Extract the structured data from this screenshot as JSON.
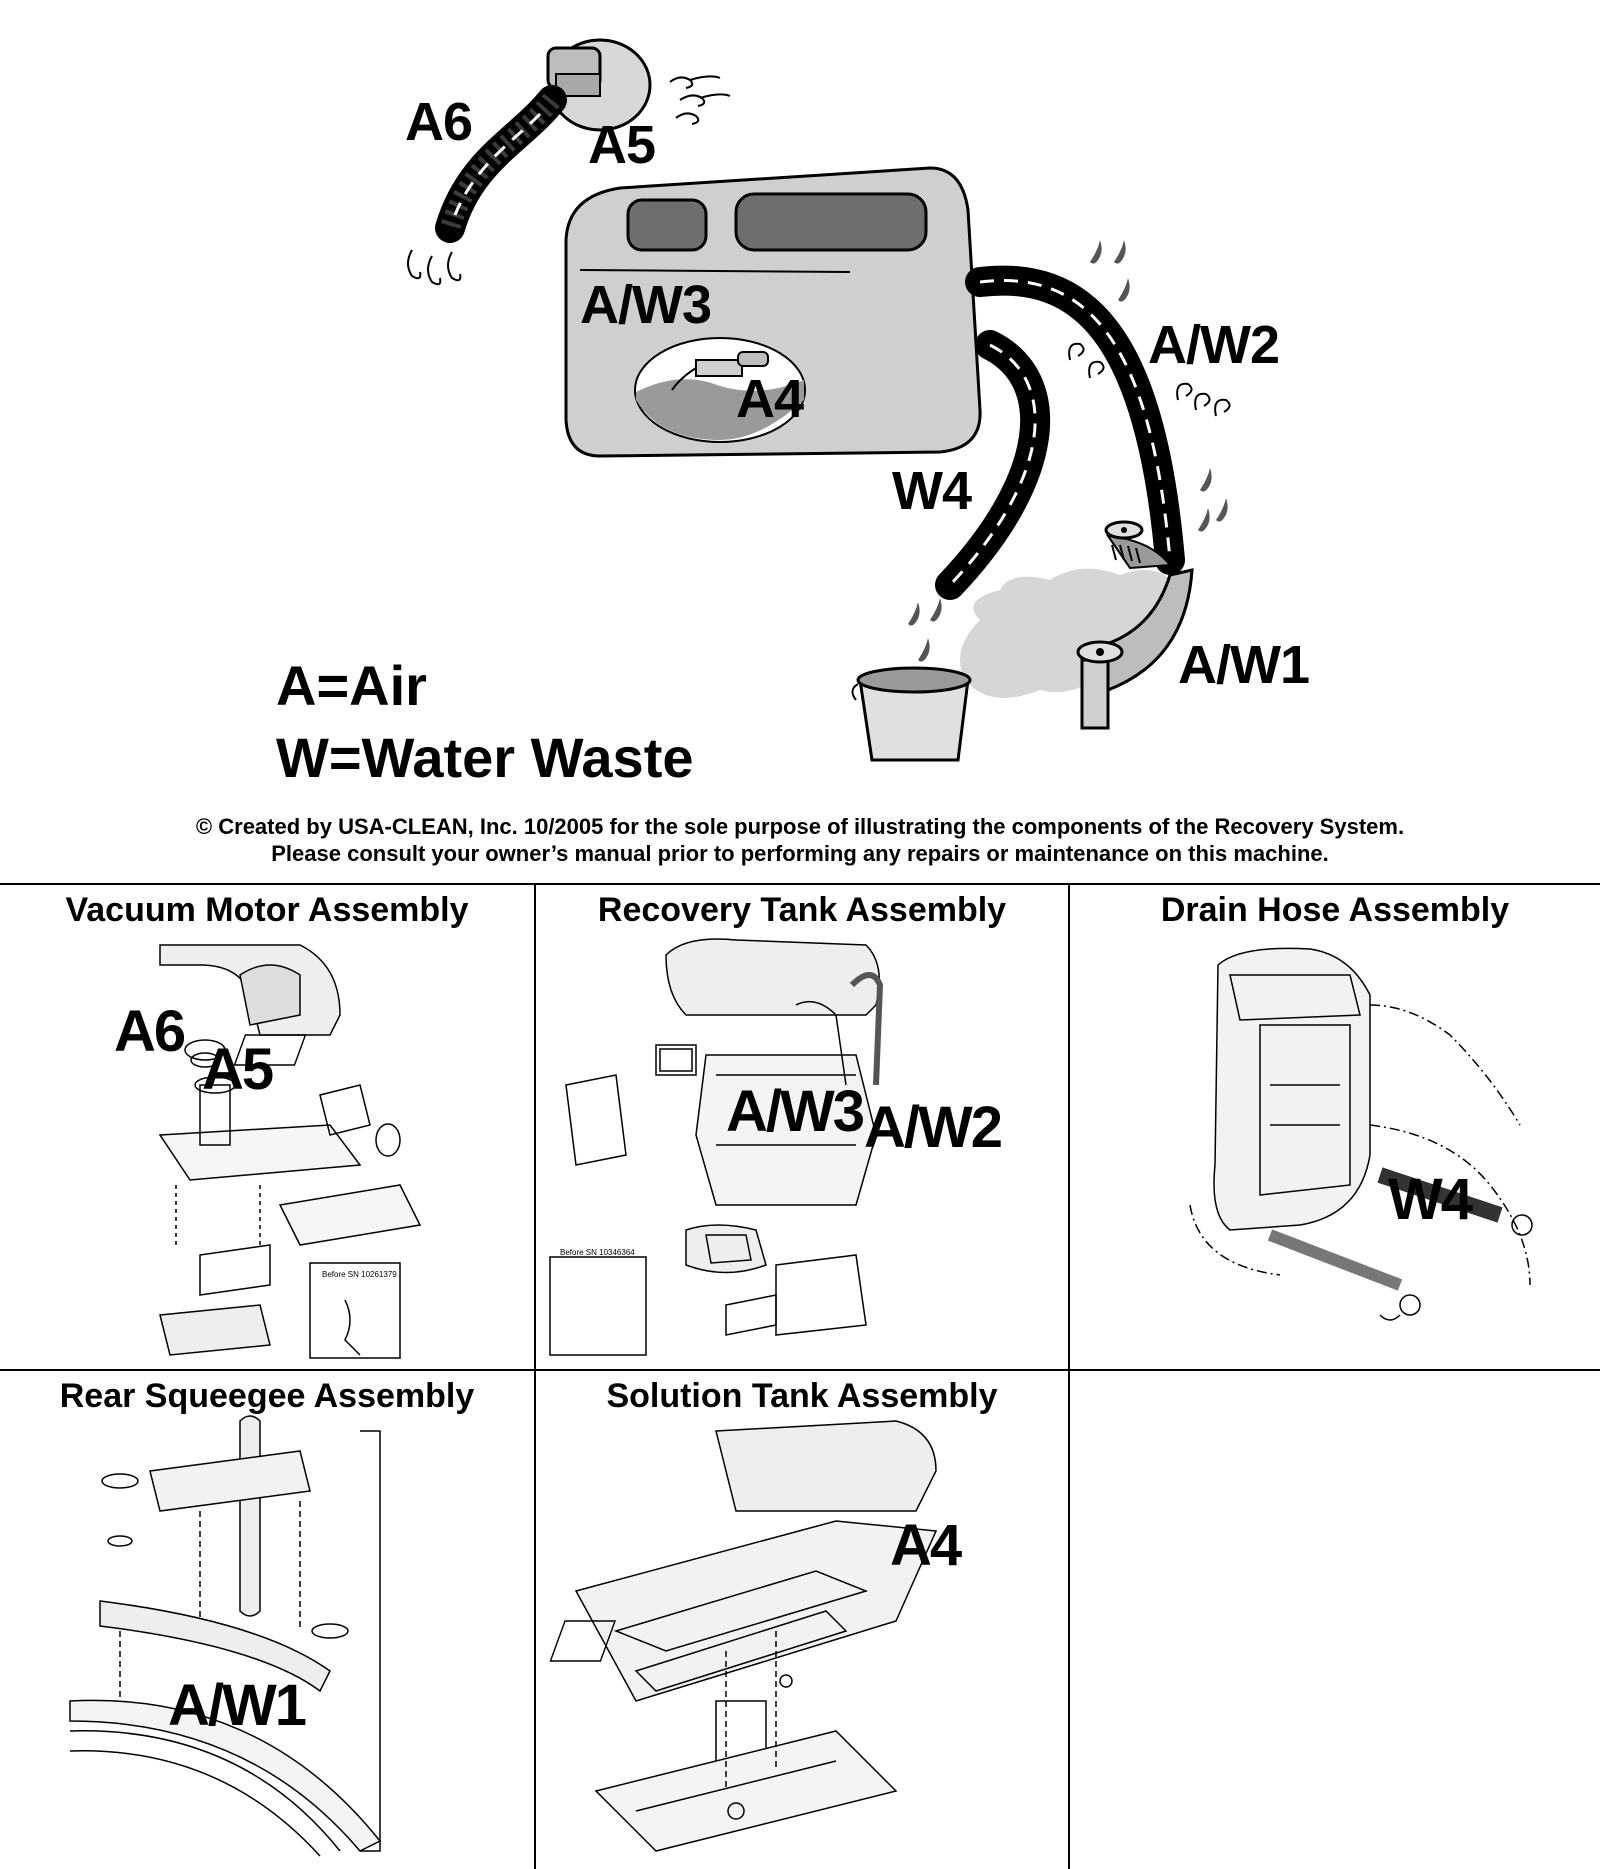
{
  "callouts": {
    "a6": "A6",
    "a5": "A5",
    "aw3": "A/W3",
    "a4": "A4",
    "aw2": "A/W2",
    "w4": "W4",
    "aw1": "A/W1"
  },
  "legend": {
    "air": "A=Air",
    "water": "W=Water Waste"
  },
  "notice": {
    "line1": "© Created by USA-CLEAN, Inc. 10/2005 for the sole purpose of illustrating the components of the Recovery System.",
    "line2": "Please consult your owner’s manual prior to performing any repairs or maintenance on this machine."
  },
  "panels": {
    "vacuum": {
      "title": "Vacuum Motor Assembly",
      "labels": [
        "A6",
        "A5"
      ],
      "inset": "Before SN 10261379"
    },
    "recovery": {
      "title": "Recovery Tank Assembly",
      "labels": [
        "A/W3",
        "A/W2"
      ],
      "inset": "Before SN 10346364"
    },
    "drain": {
      "title": "Drain Hose Assembly",
      "labels": [
        "W4"
      ]
    },
    "squeegee": {
      "title": "Rear Squeegee Assembly",
      "labels": [
        "A/W1"
      ]
    },
    "solution": {
      "title": "Solution Tank Assembly",
      "labels": [
        "A4"
      ]
    }
  },
  "colors": {
    "tank_fill": "#cfcfcf",
    "hose": "#1a1a1a",
    "line": "#000000",
    "mist": "#d6d6d6"
  }
}
